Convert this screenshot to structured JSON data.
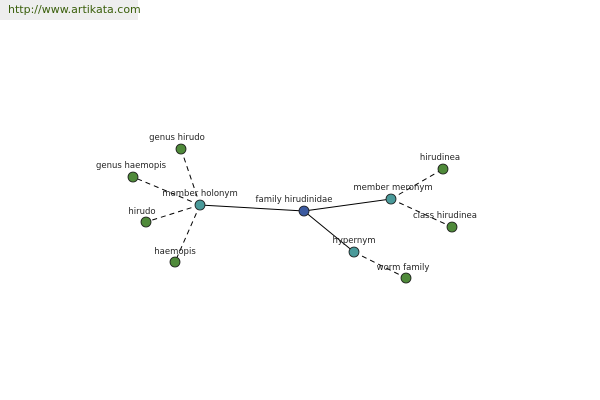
{
  "url": "http://www.artikata.com",
  "colors": {
    "url_text": "#3a5f0b",
    "url_bg": "#eeeeee",
    "center_node": "#3c5aa0",
    "relation_node": "#4a9a9a",
    "leaf_node": "#4f8a3a",
    "edge": "#000000"
  },
  "graph": {
    "nodes": [
      {
        "id": "center",
        "label": "family hirudinidae",
        "kind": "center"
      },
      {
        "id": "holonym",
        "label": "member holonym",
        "kind": "relation"
      },
      {
        "id": "meronym",
        "label": "member meronym",
        "kind": "relation"
      },
      {
        "id": "hypernym",
        "label": "hypernym",
        "kind": "relation"
      },
      {
        "id": "genus-hirudo",
        "label": "genus hirudo",
        "kind": "leaf"
      },
      {
        "id": "genus-haemopis",
        "label": "genus haemopis",
        "kind": "leaf"
      },
      {
        "id": "hirudo",
        "label": "hirudo",
        "kind": "leaf"
      },
      {
        "id": "haemopis",
        "label": "haemopis",
        "kind": "leaf"
      },
      {
        "id": "hirudinea",
        "label": "hirudinea",
        "kind": "leaf"
      },
      {
        "id": "class-hirudinea",
        "label": "class hirudinea",
        "kind": "leaf"
      },
      {
        "id": "worm-family",
        "label": "worm family",
        "kind": "leaf"
      }
    ],
    "edges": [
      {
        "from": "center",
        "to": "holonym",
        "style": "solid"
      },
      {
        "from": "center",
        "to": "meronym",
        "style": "solid"
      },
      {
        "from": "center",
        "to": "hypernym",
        "style": "solid"
      },
      {
        "from": "holonym",
        "to": "genus-hirudo",
        "style": "dashed"
      },
      {
        "from": "holonym",
        "to": "genus-haemopis",
        "style": "dashed"
      },
      {
        "from": "holonym",
        "to": "hirudo",
        "style": "dashed"
      },
      {
        "from": "holonym",
        "to": "haemopis",
        "style": "dashed"
      },
      {
        "from": "meronym",
        "to": "hirudinea",
        "style": "dashed"
      },
      {
        "from": "meronym",
        "to": "class-hirudinea",
        "style": "dashed"
      },
      {
        "from": "hypernym",
        "to": "worm-family",
        "style": "dashed"
      }
    ]
  }
}
